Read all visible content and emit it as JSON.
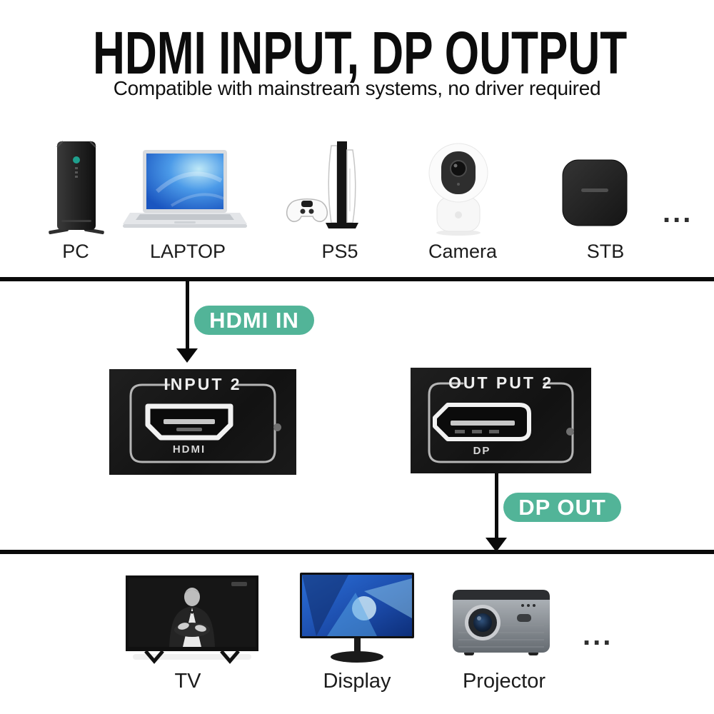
{
  "header": {
    "title": "HDMI INPUT, DP OUTPUT",
    "subtitle": "Compatible with mainstream systems, no driver required"
  },
  "colors": {
    "badge_green": "#52B498",
    "divider_black": "#0A0A0A",
    "panel_black": "#171717"
  },
  "sources": {
    "items": [
      {
        "label": "PC"
      },
      {
        "label": "LAPTOP"
      },
      {
        "label": "PS5"
      },
      {
        "label": "Camera"
      },
      {
        "label": "STB"
      }
    ],
    "ellipsis": "..."
  },
  "flow": {
    "hdmi_badge": "HDMI IN",
    "dp_badge": "DP OUT"
  },
  "ports": {
    "hdmi": {
      "title": "INPUT 2",
      "port_label": "HDMI"
    },
    "dp": {
      "title": "OUT PUT 2",
      "port_label": "DP"
    }
  },
  "outputs": {
    "items": [
      {
        "label": "TV"
      },
      {
        "label": "Display"
      },
      {
        "label": "Projector"
      }
    ],
    "ellipsis": "..."
  }
}
